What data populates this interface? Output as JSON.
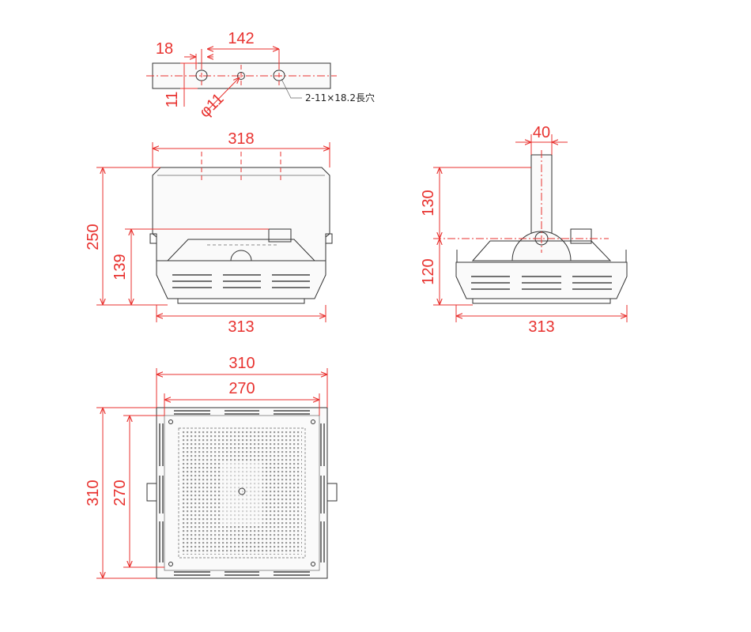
{
  "labels": {
    "bracket_hole_offset": "18",
    "bracket_hole_pitch": "142",
    "bracket_width": "11",
    "center_hole": "φ11",
    "slot_note": "2-11×18.2長穴",
    "front_top_width": "318",
    "front_height": "250",
    "front_body_height": "139",
    "front_bottom_width": "313",
    "side_arm_width": "40",
    "side_upper_height": "130",
    "side_lower_height": "120",
    "side_bottom_width": "313",
    "bottom_outer_width": "310",
    "bottom_inner_width": "270",
    "bottom_outer_height": "310",
    "bottom_inner_height": "270"
  },
  "colors": {
    "dimension": "#e8322f",
    "outline": "#333333"
  }
}
